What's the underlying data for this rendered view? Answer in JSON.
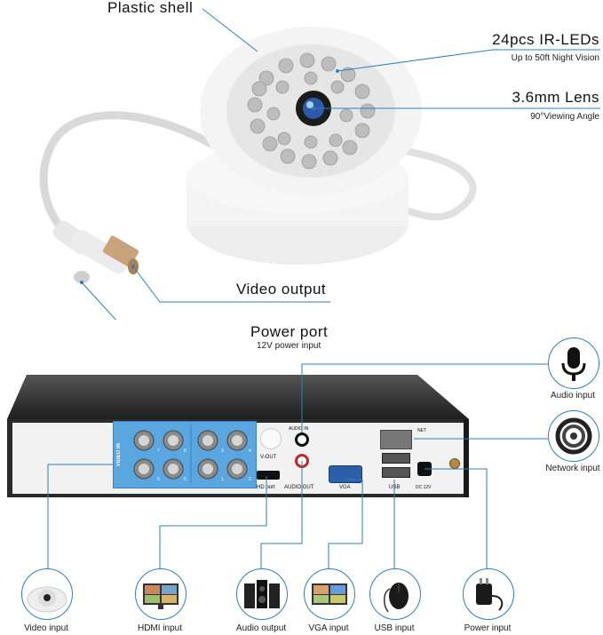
{
  "camera": {
    "plastic_shell": {
      "title": "Plastic shell"
    },
    "ir_leds": {
      "title": "24pcs IR-LEDs",
      "subtitle": "Up to 50ft Night Vision"
    },
    "lens": {
      "title": "3.6mm Lens",
      "subtitle": "90°Viewing Angle"
    },
    "video_output": {
      "title": "Video output"
    },
    "power_port": {
      "title": "Power port",
      "subtitle": "12V power input"
    }
  },
  "dvr_panel": {
    "video_in": "VIDEO IN",
    "port_numbers": [
      "7",
      "8",
      "5",
      "6",
      "3",
      "4",
      "1",
      "2"
    ],
    "v_out": "V-OUT",
    "hd_port": "HD port",
    "audio_in": "AUDIO IN",
    "audio_out": "AUDIO OUT",
    "vga": "VGA",
    "usb": "USB",
    "net": "NET",
    "dc": "DC 12V"
  },
  "side_icons": [
    {
      "label": "Audio input",
      "icon": "microphone-icon"
    },
    {
      "label": "Network input",
      "icon": "cable-coil-icon"
    }
  ],
  "bottom_icons": [
    {
      "label": "Video input",
      "icon": "dome-camera-icon"
    },
    {
      "label": "HDMI input",
      "icon": "monitor-icon"
    },
    {
      "label": "Audio output",
      "icon": "speakers-icon"
    },
    {
      "label": "VGA input",
      "icon": "screen-icon"
    },
    {
      "label": "USB input",
      "icon": "mouse-icon"
    },
    {
      "label": "Power input",
      "icon": "power-adapter-icon"
    }
  ],
  "colors": {
    "line": "#2f7fb8",
    "bnc_panel": "#5aa6e0",
    "dvr_body": "#2c2c2c"
  }
}
